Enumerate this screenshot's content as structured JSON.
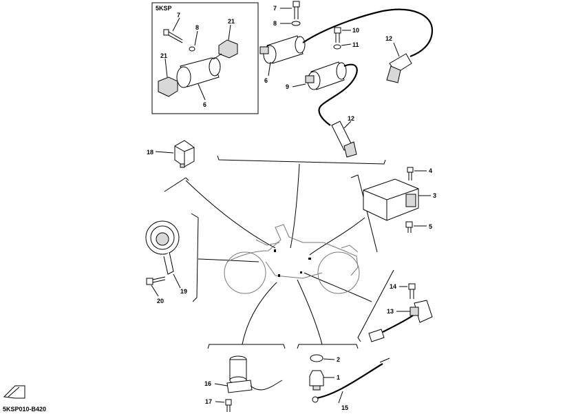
{
  "inset": {
    "title": "5KSP"
  },
  "figure_code": "5KSP010-B420",
  "fwd_icon": "fwd-arrow-icon",
  "callouts": {
    "c1": "1",
    "c2": "2",
    "c3": "3",
    "c4": "4",
    "c5": "5",
    "c6_main": "6",
    "c6_inset": "6",
    "c7_main": "7",
    "c7_inset": "7",
    "c8_main": "8",
    "c8_inset": "8",
    "c9": "9",
    "c10": "10",
    "c11": "11",
    "c12_top": "12",
    "c12_bottom": "12",
    "c13": "13",
    "c14": "14",
    "c15": "15",
    "c16": "16",
    "c17": "17",
    "c18": "18",
    "c19": "19",
    "c20": "20",
    "c21_top": "21",
    "c21_left": "21"
  }
}
